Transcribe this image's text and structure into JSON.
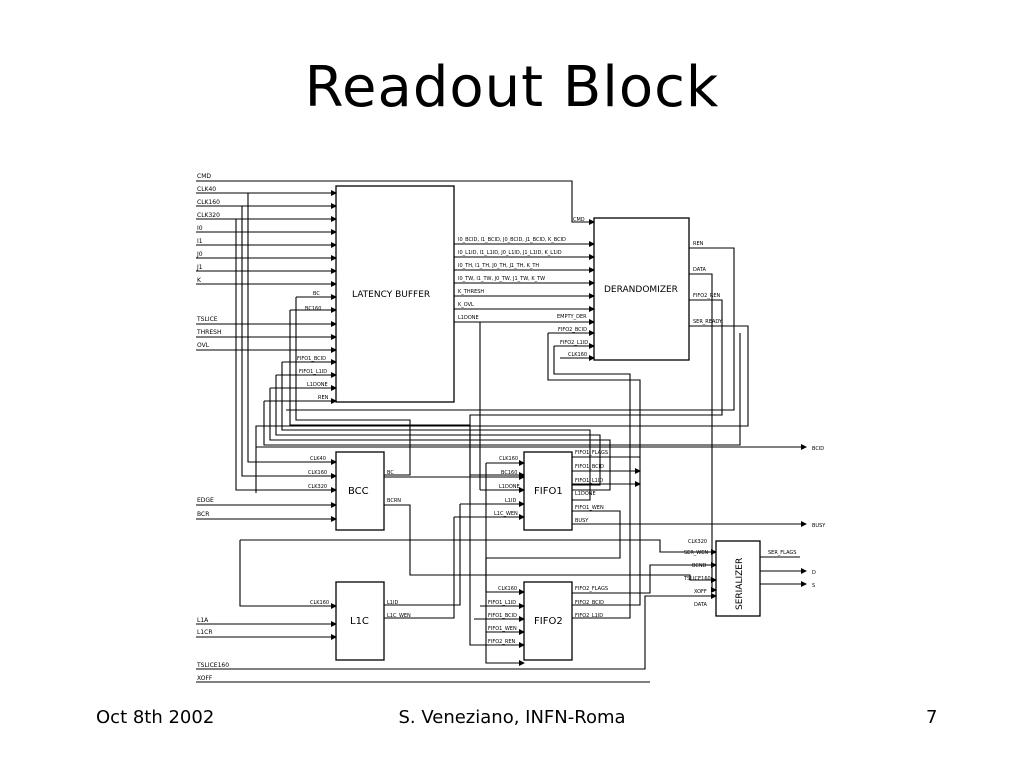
{
  "slide": {
    "title": "Readout Block",
    "footer": {
      "date": "Oct 8th 2002",
      "author": "S. Veneziano, INFN-Roma",
      "page": "7"
    }
  },
  "diagram": {
    "blocks": {
      "latency_buffer": "LATENCY BUFFER",
      "derandomizer": "DERANDOMIZER",
      "bcc": "BCC",
      "fifo1": "FIFO1",
      "l1c": "L1C",
      "fifo2": "FIFO2",
      "serializer": "SERIALIZER"
    },
    "inputs": {
      "cmd": "CMD",
      "clk40": "CLK40",
      "clk160": "CLK160",
      "clk320": "CLK320",
      "i0": "I0",
      "i1": "I1",
      "j0": "J0",
      "j1": "J1",
      "k": "K",
      "tslice": "TSLICE",
      "thresh": "THRESH",
      "ovl": "OVL",
      "edge": "EDGE",
      "bcr": "BCR",
      "l1a": "L1A",
      "l1cr": "L1CR",
      "tslice160": "TSLICE160",
      "xoff": "XOFF"
    },
    "latency_pins": {
      "bc": "BC",
      "bc160": "BC160",
      "fifo1_bcid": "FIFO1_BCID",
      "fifo1_l1id": "FIFO1_L1ID",
      "l1done": "L1DONE",
      "ren": "REN"
    },
    "latency_outputs": {
      "o1": "I0_BCID, I1_BCID, J0_BCID, J1_BCID, K_BCID",
      "o2": "I0_L1ID, I1_L1ID, J0_L1ID, J1_L1ID, K_L1ID",
      "o3": "I0_TH, I1_TH, J0_TH, J1_TH, K_TH",
      "o4": "I0_TW, I1_TW, J0_TW, J1_TW, K_TW",
      "o5": "K_THRESH",
      "o6": "K_OVL",
      "o7": "L1DONE"
    },
    "derand_pins": {
      "cmd": "CMD",
      "empty_der": "EMPTY_DER",
      "fifo2_bcid": "FIFO2_BCID",
      "fifo2_l1id": "FIFO2_L1ID",
      "clk160": "CLK160",
      "ren": "REN",
      "data": "DATA",
      "fifo2_ren": "FIFO2_REN",
      "ser_ready": "SER_READY"
    },
    "bcc_pins": {
      "clk40": "CLK40",
      "clk160": "CLK160",
      "clk320": "CLK320",
      "bc": "BC",
      "bcrn": "BCRN"
    },
    "fifo1_pins": {
      "clk160": "CLK160",
      "bc160": "BC160",
      "l1done": "L1DONE",
      "l1id": "L1ID",
      "l1c_wen": "L1C_WEN",
      "fifo1_flags": "FIFO1_FLAGS",
      "fifo1_bcid": "FIFO1_BCID",
      "fifo1_l1id": "FIFO1_L1ID",
      "fifo1_wen": "FIFO1_WEN",
      "busy": "BUSY"
    },
    "l1c_pins": {
      "clk160": "CLK160",
      "l1id": "L1ID",
      "l1c_wen": "L1C_WEN"
    },
    "fifo2_pins": {
      "clk160": "CLK160",
      "fifo1_l1id": "FIFO1_L1ID",
      "fifo1_bcid": "FIFO1_BCID",
      "fifo1_wen": "FIFO1_WEN",
      "fifo2_ren": "FIFO2_REN",
      "fifo2_flags": "FIFO2_FLAGS",
      "fifo2_bcid": "FIFO2_BCID",
      "fifo2_l1id": "FIFO2_L1ID"
    },
    "serializer_pins": {
      "clk320": "CLK320",
      "ser_wen": "SER_WEN",
      "bcnd": "BCND",
      "tslice160": "TSLICE160",
      "xoff": "XOFF",
      "data": "DATA",
      "ser_flags": "SER_FLAGS"
    },
    "outputs": {
      "bcid": "BCID",
      "busy": "BUSY",
      "d": "D",
      "s": "S"
    }
  }
}
